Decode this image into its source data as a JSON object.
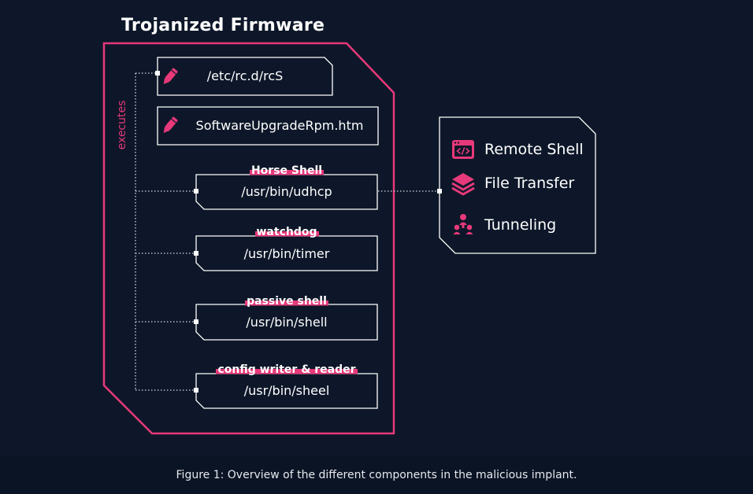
{
  "title": "Trojanized Firmware",
  "executes_label": "executes",
  "files": {
    "rcs": "/etc/rc.d/rcS",
    "upgrade": "SoftwareUpgradeRpm.htm"
  },
  "components": [
    {
      "tag": "Horse Shell",
      "path": "/usr/bin/udhcp"
    },
    {
      "tag": "watchdog",
      "path": "/usr/bin/timer"
    },
    {
      "tag": "passive shell",
      "path": "/usr/bin/shell"
    },
    {
      "tag": "config writer & reader",
      "path": "/usr/bin/sheel"
    }
  ],
  "features": [
    {
      "label": "Remote Shell",
      "icon": "code-window-icon"
    },
    {
      "label": "File Transfer",
      "icon": "layers-icon"
    },
    {
      "label": "Tunneling",
      "icon": "network-hierarchy-icon"
    }
  ],
  "caption": "Figure 1: Overview of the different components in the malicious implant.",
  "colors": {
    "background": "#0d1729",
    "accent": "#e8397a",
    "stroke": "#ffffff"
  }
}
